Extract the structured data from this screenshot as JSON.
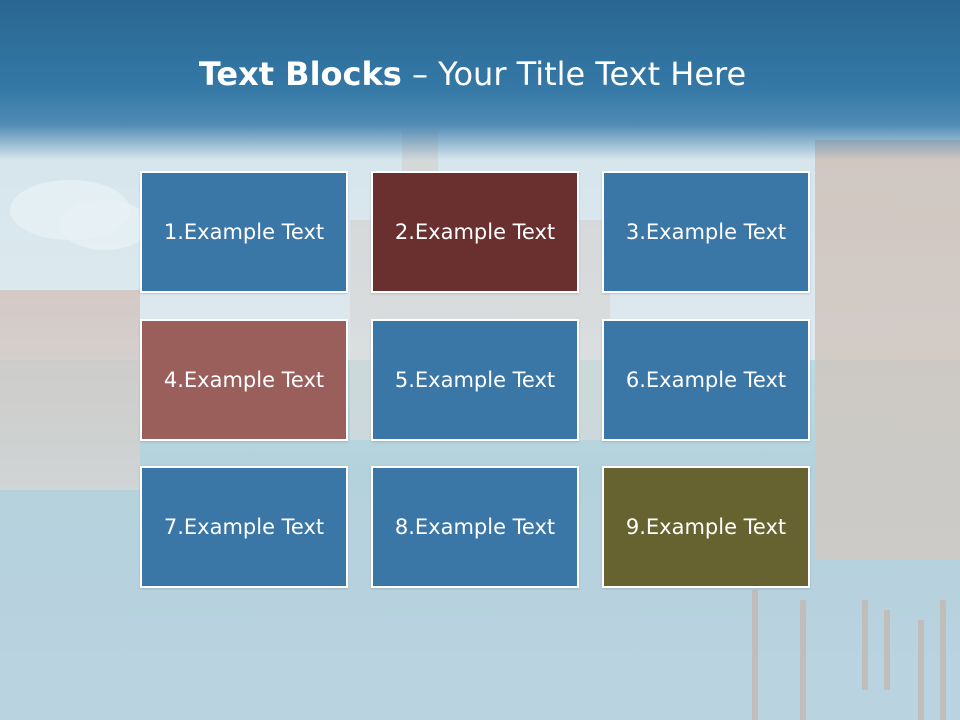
{
  "slide": {
    "title_bold": "Text Blocks",
    "title_dash": " – ",
    "title_rest": "Your Title Text Here"
  },
  "blocks": [
    {
      "label": "1.Example Text",
      "color": "#3a77a7"
    },
    {
      "label": "2.Example Text",
      "color": "#6a3030"
    },
    {
      "label": "3.Example Text",
      "color": "#3a77a7"
    },
    {
      "label": "4.Example Text",
      "color": "#9a5e5b"
    },
    {
      "label": "5.Example Text",
      "color": "#3a77a7"
    },
    {
      "label": "6.Example Text",
      "color": "#3a77a7"
    },
    {
      "label": "7.Example Text",
      "color": "#3a77a7"
    },
    {
      "label": "8.Example Text",
      "color": "#3a77a7"
    },
    {
      "label": "9.Example Text",
      "color": "#676330"
    }
  ],
  "colors": {
    "header": "#2a6792",
    "block_border": "#ffffff",
    "text": "#ffffff"
  }
}
